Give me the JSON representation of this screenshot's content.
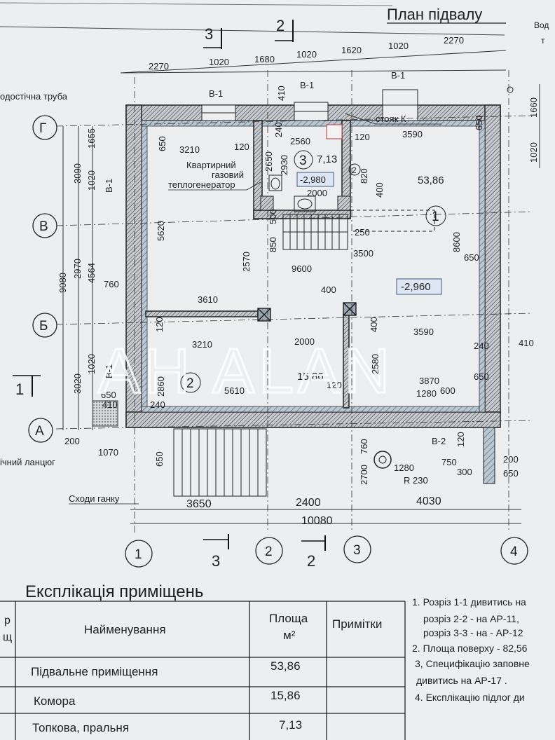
{
  "plan": {
    "title": "План підвалу",
    "watermark": "AH ALAN",
    "top_dims_upper": [
      "2270",
      "1680",
      "1020",
      "1620",
      "1020",
      "2270"
    ],
    "top_dims_lower": [
      "2270",
      "1020",
      "1020"
    ],
    "window_marks": [
      "B-1",
      "B-1",
      "B-1",
      "B-1",
      "B-1",
      "B-2"
    ],
    "labels": {
      "downpipe_left": "одостічна труба",
      "downpipe_right": "Вод",
      "downpipe_right2": "т",
      "riser": "стояк К",
      "boiler_line1": "Квартирний",
      "boiler_line2": "газовий",
      "boiler_line3": "теплогенератор",
      "chain": "ічний ланцюг",
      "porch_stairs": "Сходи ганку",
      "radius": "R 230"
    },
    "rooms": [
      {
        "num": "1",
        "area": "53,86",
        "level": "-2,960"
      },
      {
        "num": "2",
        "area": "15,86"
      },
      {
        "num": "3",
        "area": "7,13",
        "level": "-2,980"
      }
    ],
    "inner_dims": [
      "3210",
      "120",
      "2560",
      "120",
      "3590",
      "2650",
      "2930",
      "2000",
      "820",
      "400",
      "650",
      "5620",
      "850",
      "500",
      "120",
      "250",
      "3500",
      "9600",
      "650",
      "8600",
      "2570",
      "3610",
      "400",
      "120",
      "400",
      "3210",
      "2000",
      "3590",
      "240",
      "410",
      "2860",
      "2580",
      "5610",
      "120",
      "3870",
      "1280",
      "650",
      "600",
      "650",
      "410",
      "240",
      "240",
      "410",
      "240",
      "650",
      "760",
      "760",
      "2700",
      "1280",
      "750",
      "200",
      "300",
      "650",
      "120"
    ],
    "left_dims": [
      "1655",
      "1020",
      "3090",
      "9080",
      "2970",
      "4564",
      "1020",
      "3020",
      "200",
      "1070"
    ],
    "right_dims": [
      "1660",
      "1020"
    ],
    "bottom_dims": [
      "3650",
      "2400",
      "4030",
      "10080"
    ],
    "axes_rows": [
      "Г",
      "В",
      "Б",
      "А"
    ],
    "axes_cols": [
      "1",
      "2",
      "3",
      "4"
    ],
    "section_marks": [
      "3",
      "2",
      "1",
      "3",
      "2"
    ]
  },
  "explication": {
    "title": "Експлікація приміщень",
    "col_num_line1": "р",
    "col_num_line2": "щ",
    "col_name": "Найменування",
    "col_area_line1": "Площа",
    "col_area_line2": "м²",
    "col_note": "Примітки",
    "rows": [
      {
        "name": "Підвальне приміщення",
        "area": "53,86",
        "note": ""
      },
      {
        "name": "Комора",
        "area": "15,86",
        "note": ""
      },
      {
        "name": "Топкова, пральня",
        "area": "7,13",
        "note": ""
      }
    ]
  },
  "notes": [
    "1. Розріз 1-1 дивитись на",
    "розріз 2-2 - на АР-11,",
    "розріз 3-3 - на - АР-12",
    "2. Площа поверху - 82,56",
    "3, Специфікацію заповне",
    "дивитись на АР-17 .",
    "4. Експлікацію підлог ди"
  ]
}
